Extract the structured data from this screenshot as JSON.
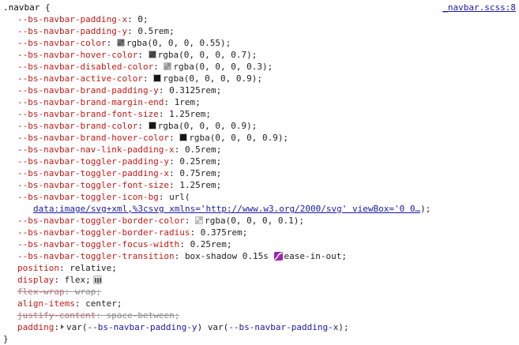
{
  "rule": {
    "selector": ".navbar",
    "open_brace": "{",
    "close_brace": "}",
    "source_link": "_navbar.scss:8"
  },
  "declarations": [
    {
      "prop": "--bs-navbar-padding-x",
      "value": "0",
      "swatch": null,
      "overridden": false,
      "kind": "custom"
    },
    {
      "prop": "--bs-navbar-padding-y",
      "value": "0.5rem",
      "swatch": null,
      "overridden": false,
      "kind": "custom"
    },
    {
      "prop": "--bs-navbar-color",
      "value": "rgba(0, 0, 0, 0.55)",
      "swatch": "rgba(0, 0, 0, 0.55)",
      "overridden": false,
      "kind": "custom"
    },
    {
      "prop": "--bs-navbar-hover-color",
      "value": "rgba(0, 0, 0, 0.7)",
      "swatch": "rgba(0, 0, 0, 0.7)",
      "overridden": false,
      "kind": "custom"
    },
    {
      "prop": "--bs-navbar-disabled-color",
      "value": "rgba(0, 0, 0, 0.3)",
      "swatch": "rgba(0, 0, 0, 0.3)",
      "overridden": false,
      "kind": "custom"
    },
    {
      "prop": "--bs-navbar-active-color",
      "value": "rgba(0, 0, 0, 0.9)",
      "swatch": "rgba(0, 0, 0, 0.9)",
      "overridden": false,
      "kind": "custom"
    },
    {
      "prop": "--bs-navbar-brand-padding-y",
      "value": "0.3125rem",
      "swatch": null,
      "overridden": false,
      "kind": "custom"
    },
    {
      "prop": "--bs-navbar-brand-margin-end",
      "value": "1rem",
      "swatch": null,
      "overridden": false,
      "kind": "custom"
    },
    {
      "prop": "--bs-navbar-brand-font-size",
      "value": "1.25rem",
      "swatch": null,
      "overridden": false,
      "kind": "custom"
    },
    {
      "prop": "--bs-navbar-brand-color",
      "value": "rgba(0, 0, 0, 0.9)",
      "swatch": "rgba(0, 0, 0, 0.9)",
      "overridden": false,
      "kind": "custom"
    },
    {
      "prop": "--bs-navbar-brand-hover-color",
      "value": "rgba(0, 0, 0, 0.9)",
      "swatch": "rgba(0, 0, 0, 0.9)",
      "overridden": false,
      "kind": "custom"
    },
    {
      "prop": "--bs-navbar-nav-link-padding-x",
      "value": "0.5rem",
      "swatch": null,
      "overridden": false,
      "kind": "custom"
    },
    {
      "prop": "--bs-navbar-toggler-padding-y",
      "value": "0.25rem",
      "swatch": null,
      "overridden": false,
      "kind": "custom"
    },
    {
      "prop": "--bs-navbar-toggler-padding-x",
      "value": "0.75rem",
      "swatch": null,
      "overridden": false,
      "kind": "custom"
    },
    {
      "prop": "--bs-navbar-toggler-font-size",
      "value": "1.25rem",
      "swatch": null,
      "overridden": false,
      "kind": "custom"
    }
  ],
  "toggler_icon_bg": {
    "prop": "--bs-navbar-toggler-icon-bg",
    "value_head": "url(",
    "url_text": "data:image/svg+xml,%3csvg xmlns='http://www.w3.org/2000/svg' viewBox='0 0…",
    "value_tail": ");"
  },
  "declarations_2": [
    {
      "prop": "--bs-navbar-toggler-border-color",
      "value": "rgba(0, 0, 0, 0.1)",
      "swatch": "rgba(0, 0, 0, 0.1)",
      "overridden": false,
      "kind": "custom"
    },
    {
      "prop": "--bs-navbar-toggler-border-radius",
      "value": "0.375rem",
      "swatch": null,
      "overridden": false,
      "kind": "custom"
    },
    {
      "prop": "--bs-navbar-toggler-focus-width",
      "value": "0.25rem",
      "swatch": null,
      "overridden": false,
      "kind": "custom"
    }
  ],
  "transition_decl": {
    "prop": "--bs-navbar-toggler-transition",
    "value_head": "box-shadow 0.15s ",
    "easing_icon": "bezier-curve-icon",
    "value_tail": "ease-in-out",
    "terminator": ";"
  },
  "declarations_3": [
    {
      "prop": "position",
      "value": "relative",
      "swatch": null,
      "overridden": false,
      "kind": "standard",
      "badge": null
    },
    {
      "prop": "display",
      "value": "flex",
      "swatch": null,
      "overridden": false,
      "kind": "standard",
      "badge": "flex-badge-icon"
    },
    {
      "prop": "flex-wrap",
      "value": "wrap",
      "swatch": null,
      "overridden": true,
      "kind": "standard",
      "badge": null
    },
    {
      "prop": "align-items",
      "value": "center",
      "swatch": null,
      "overridden": false,
      "kind": "standard",
      "badge": null
    },
    {
      "prop": "justify-content",
      "value": "space-between",
      "swatch": null,
      "overridden": true,
      "kind": "standard",
      "badge": null
    }
  ],
  "padding_decl": {
    "prop": "padding",
    "expander": "expand-triangle-icon",
    "var1_fn": "var(",
    "var1_name": "--bs-navbar-padding-y",
    "var1_close": ")",
    "space": " ",
    "var2_fn": "var(",
    "var2_name": "--bs-navbar-padding-x",
    "var2_close": ")",
    "terminator": ";"
  },
  "colors": {
    "property_name": "#c41a16",
    "value_text": "#222222",
    "link": "#1a1aa6",
    "overridden_text": "#999999",
    "bezier_badge_bg": "#9c27b0",
    "flex_badge_bg": "#e8e8e8"
  }
}
